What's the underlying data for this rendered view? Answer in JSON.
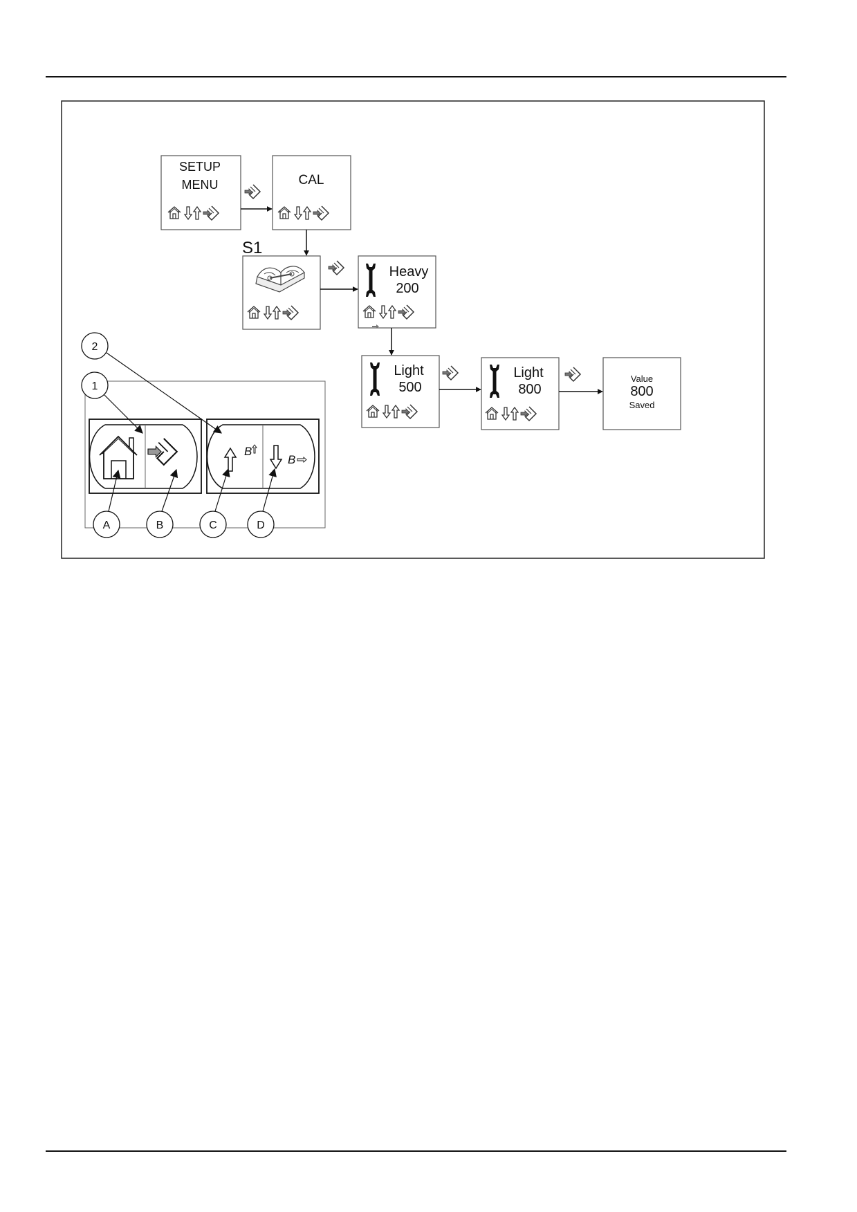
{
  "screens": {
    "setup_menu": {
      "line1": "SETUP",
      "line2": "MENU"
    },
    "cal": {
      "label": "CAL"
    },
    "s1_label": "S1",
    "heavy": {
      "label": "Heavy",
      "value": "200"
    },
    "light_500": {
      "label": "Light",
      "value": "500"
    },
    "light_800": {
      "label": "Light",
      "value": "800"
    },
    "saved": {
      "line1": "Value",
      "value": "800",
      "line3": "Saved"
    }
  },
  "callouts": {
    "one": "1",
    "two": "2",
    "A": "A",
    "B": "B",
    "C": "C",
    "D": "D"
  },
  "buttons": {
    "up_sub": "B",
    "down_sub": "B"
  },
  "icons": [
    "home-icon",
    "down-arrow-icon",
    "up-arrow-icon",
    "enter-icon",
    "wrench-icon",
    "manual-book-icon"
  ]
}
